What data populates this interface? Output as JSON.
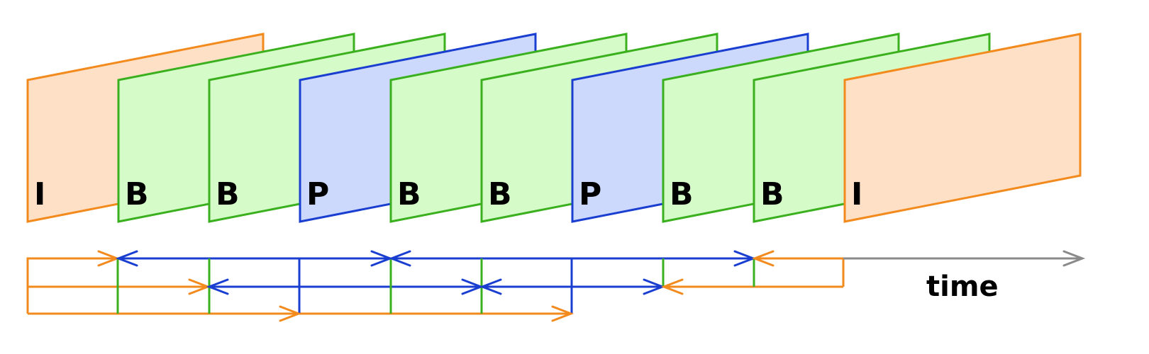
{
  "frames": [
    {
      "label": "I",
      "type": "I"
    },
    {
      "label": "B",
      "type": "B"
    },
    {
      "label": "B",
      "type": "B"
    },
    {
      "label": "P",
      "type": "P"
    },
    {
      "label": "B",
      "type": "B"
    },
    {
      "label": "B",
      "type": "B"
    },
    {
      "label": "P",
      "type": "P"
    },
    {
      "label": "B",
      "type": "B"
    },
    {
      "label": "B",
      "type": "B"
    },
    {
      "label": "I",
      "type": "I"
    }
  ],
  "time_label": "time",
  "colors": {
    "I": {
      "stroke": "#f28a1e",
      "fill": "#fde0c6"
    },
    "B": {
      "stroke": "#3bb01e",
      "fill": "#d4fbc8"
    },
    "P": {
      "stroke": "#1a3fd0",
      "fill": "#ccd9fc"
    },
    "axis": "#8a8a8a"
  }
}
